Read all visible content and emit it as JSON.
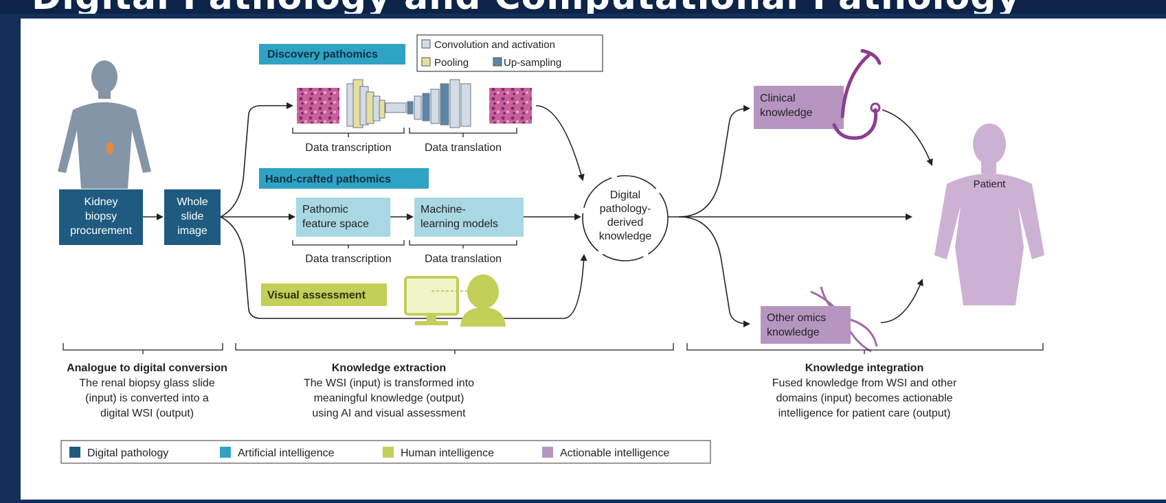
{
  "header": {
    "title": "Digital Pathology and Computational Pathology"
  },
  "diagram": {
    "legend_cnn": {
      "conv": "Convolution and activation",
      "pool": "Pooling",
      "up": "Up-sampling"
    },
    "sections": {
      "discovery": "Discovery pathomics",
      "handcrafted": "Hand-crafted pathomics",
      "visual": "Visual assessment"
    },
    "nodes": {
      "kidney": [
        "Kidney",
        "biopsy",
        "procurement"
      ],
      "wsi": [
        "Whole",
        "slide",
        "image"
      ],
      "pathomic": [
        "Pathomic",
        "feature space"
      ],
      "ml": [
        "Machine-",
        "learning models"
      ],
      "dpdk": [
        "Digital",
        "pathology-",
        "derived",
        "knowledge"
      ],
      "clinical": [
        "Clinical",
        "knowledge"
      ],
      "omics": [
        "Other omics",
        "knowledge"
      ],
      "patient": "Patient"
    },
    "labels": {
      "data_transcription_1": "Data transcription",
      "data_translation_1": "Data translation",
      "data_transcription_2": "Data transcription",
      "data_translation_2": "Data translation"
    },
    "stages": [
      {
        "title": "Analogue to digital conversion",
        "lines": [
          "The renal biopsy glass slide",
          "(input) is converted into a",
          "digital WSI (output)"
        ]
      },
      {
        "title": "Knowledge extraction",
        "lines": [
          "The WSI (input) is transformed into",
          "meaningful knowledge (output)",
          "using AI and visual assessment"
        ]
      },
      {
        "title": "Knowledge integration",
        "lines": [
          "Fused knowledge from WSI and other",
          "domains (input) becomes actionable",
          "intelligence for patient care (output)"
        ]
      }
    ],
    "legend": [
      {
        "label": "Digital pathology",
        "color": "#1f5a80"
      },
      {
        "label": "Artificial intelligence",
        "color": "#2fa3c3"
      },
      {
        "label": "Human intelligence",
        "color": "#c2cf58"
      },
      {
        "label": "Actionable intelligence",
        "color": "#b696c0"
      }
    ]
  }
}
